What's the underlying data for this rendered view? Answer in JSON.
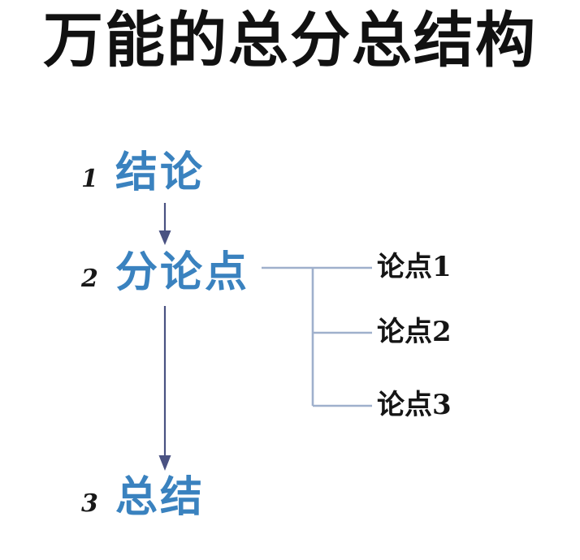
{
  "title": "万能的总分总结构",
  "colors": {
    "title_text": "#111111",
    "node_text": "#3a82bf",
    "number_text": "#181818",
    "branch_text": "#151515",
    "arrow": "#4a5282",
    "bracket_line": "#9fb0cc",
    "background": "#ffffff"
  },
  "nodes": [
    {
      "number": "1",
      "label": "结论"
    },
    {
      "number": "2",
      "label": "分论点"
    },
    {
      "number": "3",
      "label": "总结"
    }
  ],
  "branches": [
    {
      "label": "论点1"
    },
    {
      "label": "论点2"
    },
    {
      "label": "论点3"
    }
  ],
  "connectors": {
    "arrow_1_to_2": "vertical-arrow-down",
    "arrow_2_to_3": "vertical-arrow-down",
    "bracket": "right-facing-bracket-three-branches"
  }
}
